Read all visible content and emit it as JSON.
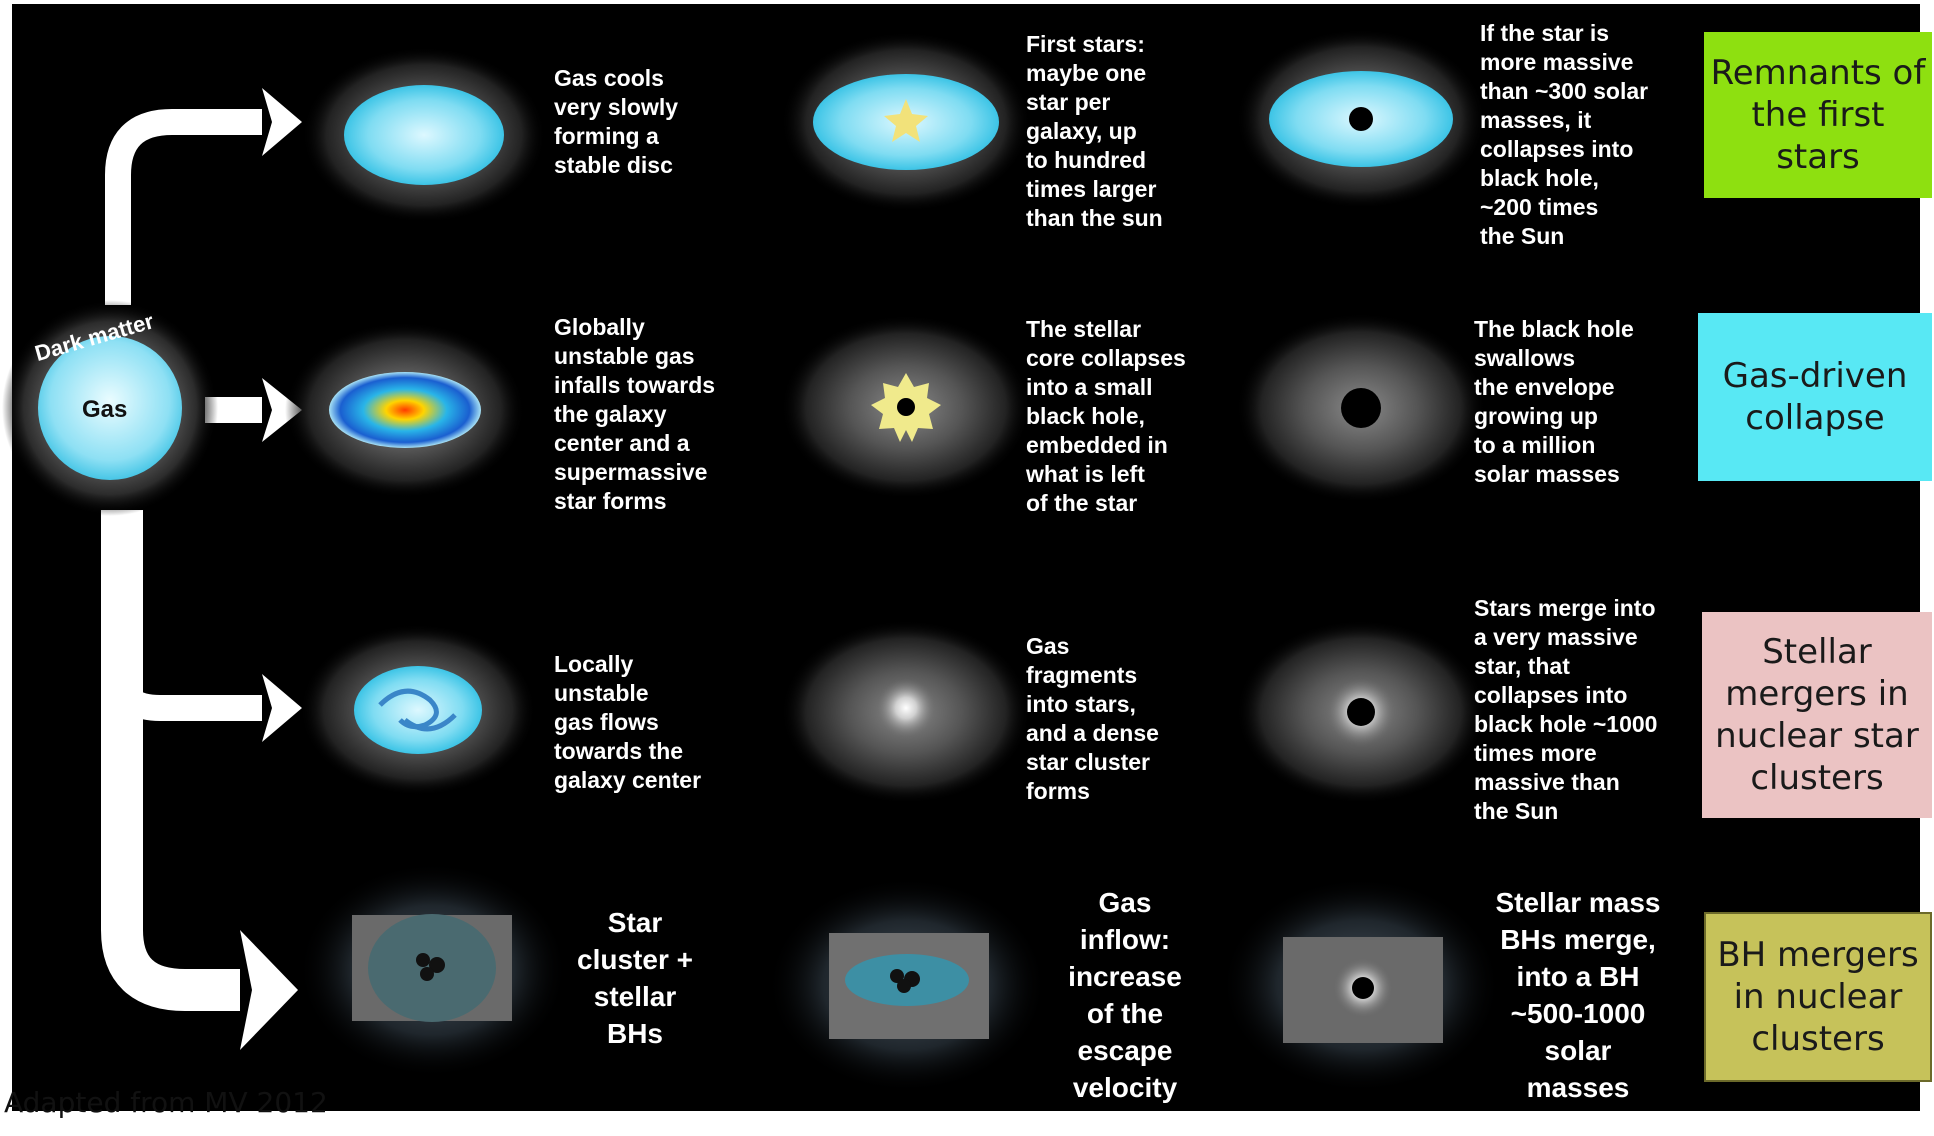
{
  "hub": {
    "arc_label": "Dark matter",
    "core_label": "Gas"
  },
  "rows": [
    {
      "category": "Remnants of the first stars",
      "category_color": "#8ee010",
      "steps": [
        "Gas cools\nvery slowly\nforming a\nstable disc",
        "First stars:\nmaybe one\nstar per\ngalaxy, up\nto hundred\ntimes larger\nthan the sun",
        "If the star is\nmore massive\nthan ~300 solar\nmasses, it\ncollapses into\nblack hole,\n~200 times\nthe Sun"
      ]
    },
    {
      "category": "Gas-driven collapse",
      "category_color": "#58e8f4",
      "steps": [
        "Globally\nunstable gas\ninfalls towards\nthe galaxy\ncenter and a\nsupermassive\nstar forms",
        "The stellar\ncore collapses\ninto a small\nblack hole,\nembedded in\nwhat is left\nof the star",
        "The black hole\nswallows\nthe envelope\ngrowing up\nto a million\nsolar masses"
      ]
    },
    {
      "category": "Stellar mergers in nuclear star clusters",
      "category_color": "#ebc3c3",
      "steps": [
        "Locally\nunstable\ngas flows\ntowards the\ngalaxy center",
        "Gas\nfragments\ninto stars,\nand a dense\nstar cluster\nforms",
        "Stars merge into\na very massive\nstar, that\ncollapses into\nblack hole ~1000\ntimes more\nmassive than\nthe Sun"
      ]
    },
    {
      "category": "BH mergers in nuclear clusters",
      "category_color": "#c6c25a",
      "steps": [
        "Star\ncluster +\nstellar\nBHs",
        "Gas\ninflow:\nincrease\nof the\nescape\nvelocity",
        "Stellar mass\nBHs merge,\ninto a BH\n~500-1000\nsolar\nmasses"
      ]
    }
  ],
  "credit": "Adapted from MV 2012"
}
